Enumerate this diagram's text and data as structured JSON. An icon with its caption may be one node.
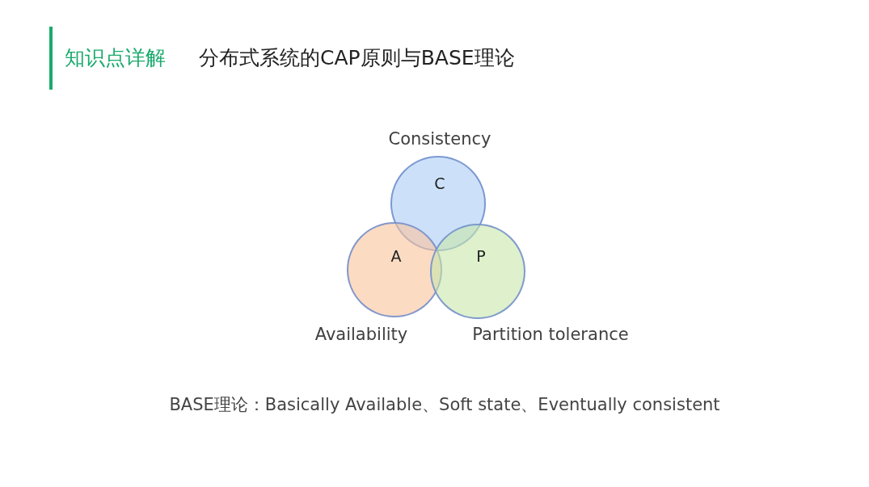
{
  "diagram": {
    "title": "分布式系统的CAP原则与BASE理论",
    "nodes": [
      {
        "text": [
          "Consistency",
          "C"
        ]
      },
      {
        "text": [
          "A",
          "Availability"
        ]
      },
      {
        "text": [
          "P",
          "Partition tolerance"
        ]
      }
    ],
    "labels": [
      "知识点详解",
      "BASE理论：Basically Available、Soft state、Eventually consistent"
    ]
  }
}
